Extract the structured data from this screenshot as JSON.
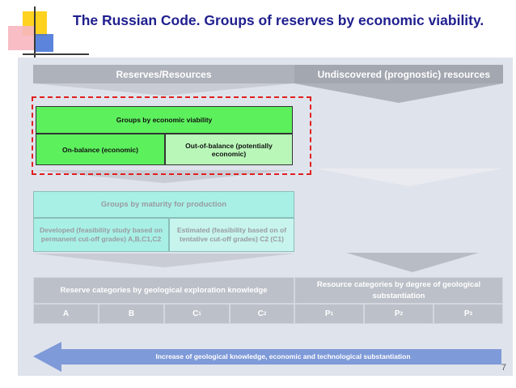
{
  "slide": {
    "title": "The Russian Code. Groups of reserves by economic viability.",
    "page_number": "7"
  },
  "top_bar": {
    "reserves": "Reserves/Resources",
    "undiscovered": "Undiscovered (prognostic) resources"
  },
  "economic": {
    "header": "Groups by economic viability",
    "on_balance": "On-balance (economic)",
    "off_balance": "Out-of-balance  (potentially economic)"
  },
  "maturity": {
    "header": "Groups by maturity for production",
    "developed": "Developed (feasibility study based on permanent  cut-off  grades) A,B,C1,C2",
    "estimated": "Estimated (feasibility based on of tentative cut-off grades) C2 (C1)"
  },
  "categories": {
    "geo_header": "Reserve categories by geological exploration knowledge",
    "res_header": "Resource categories by degree of geological substantiation",
    "cells": [
      {
        "main": "A",
        "sub": ""
      },
      {
        "main": "B",
        "sub": ""
      },
      {
        "main": "C",
        "sub": "1"
      },
      {
        "main": "C",
        "sub": "2"
      },
      {
        "main": "P",
        "sub": "1"
      },
      {
        "main": "P",
        "sub": "2"
      },
      {
        "main": "P",
        "sub": "3"
      }
    ]
  },
  "knowledge_arrow": {
    "text": "Increase of geological knowledge, economic and technological substantiation"
  },
  "colors": {
    "title": "#1f1f8f",
    "economic_green": "#5df05d",
    "economic_light_green": "#b9f7b9",
    "maturity_aqua": "#a8f0e6",
    "selection_dash": "#e02020",
    "arrow_blue": "#7f9ad8",
    "panel": "#dfe3ec"
  }
}
